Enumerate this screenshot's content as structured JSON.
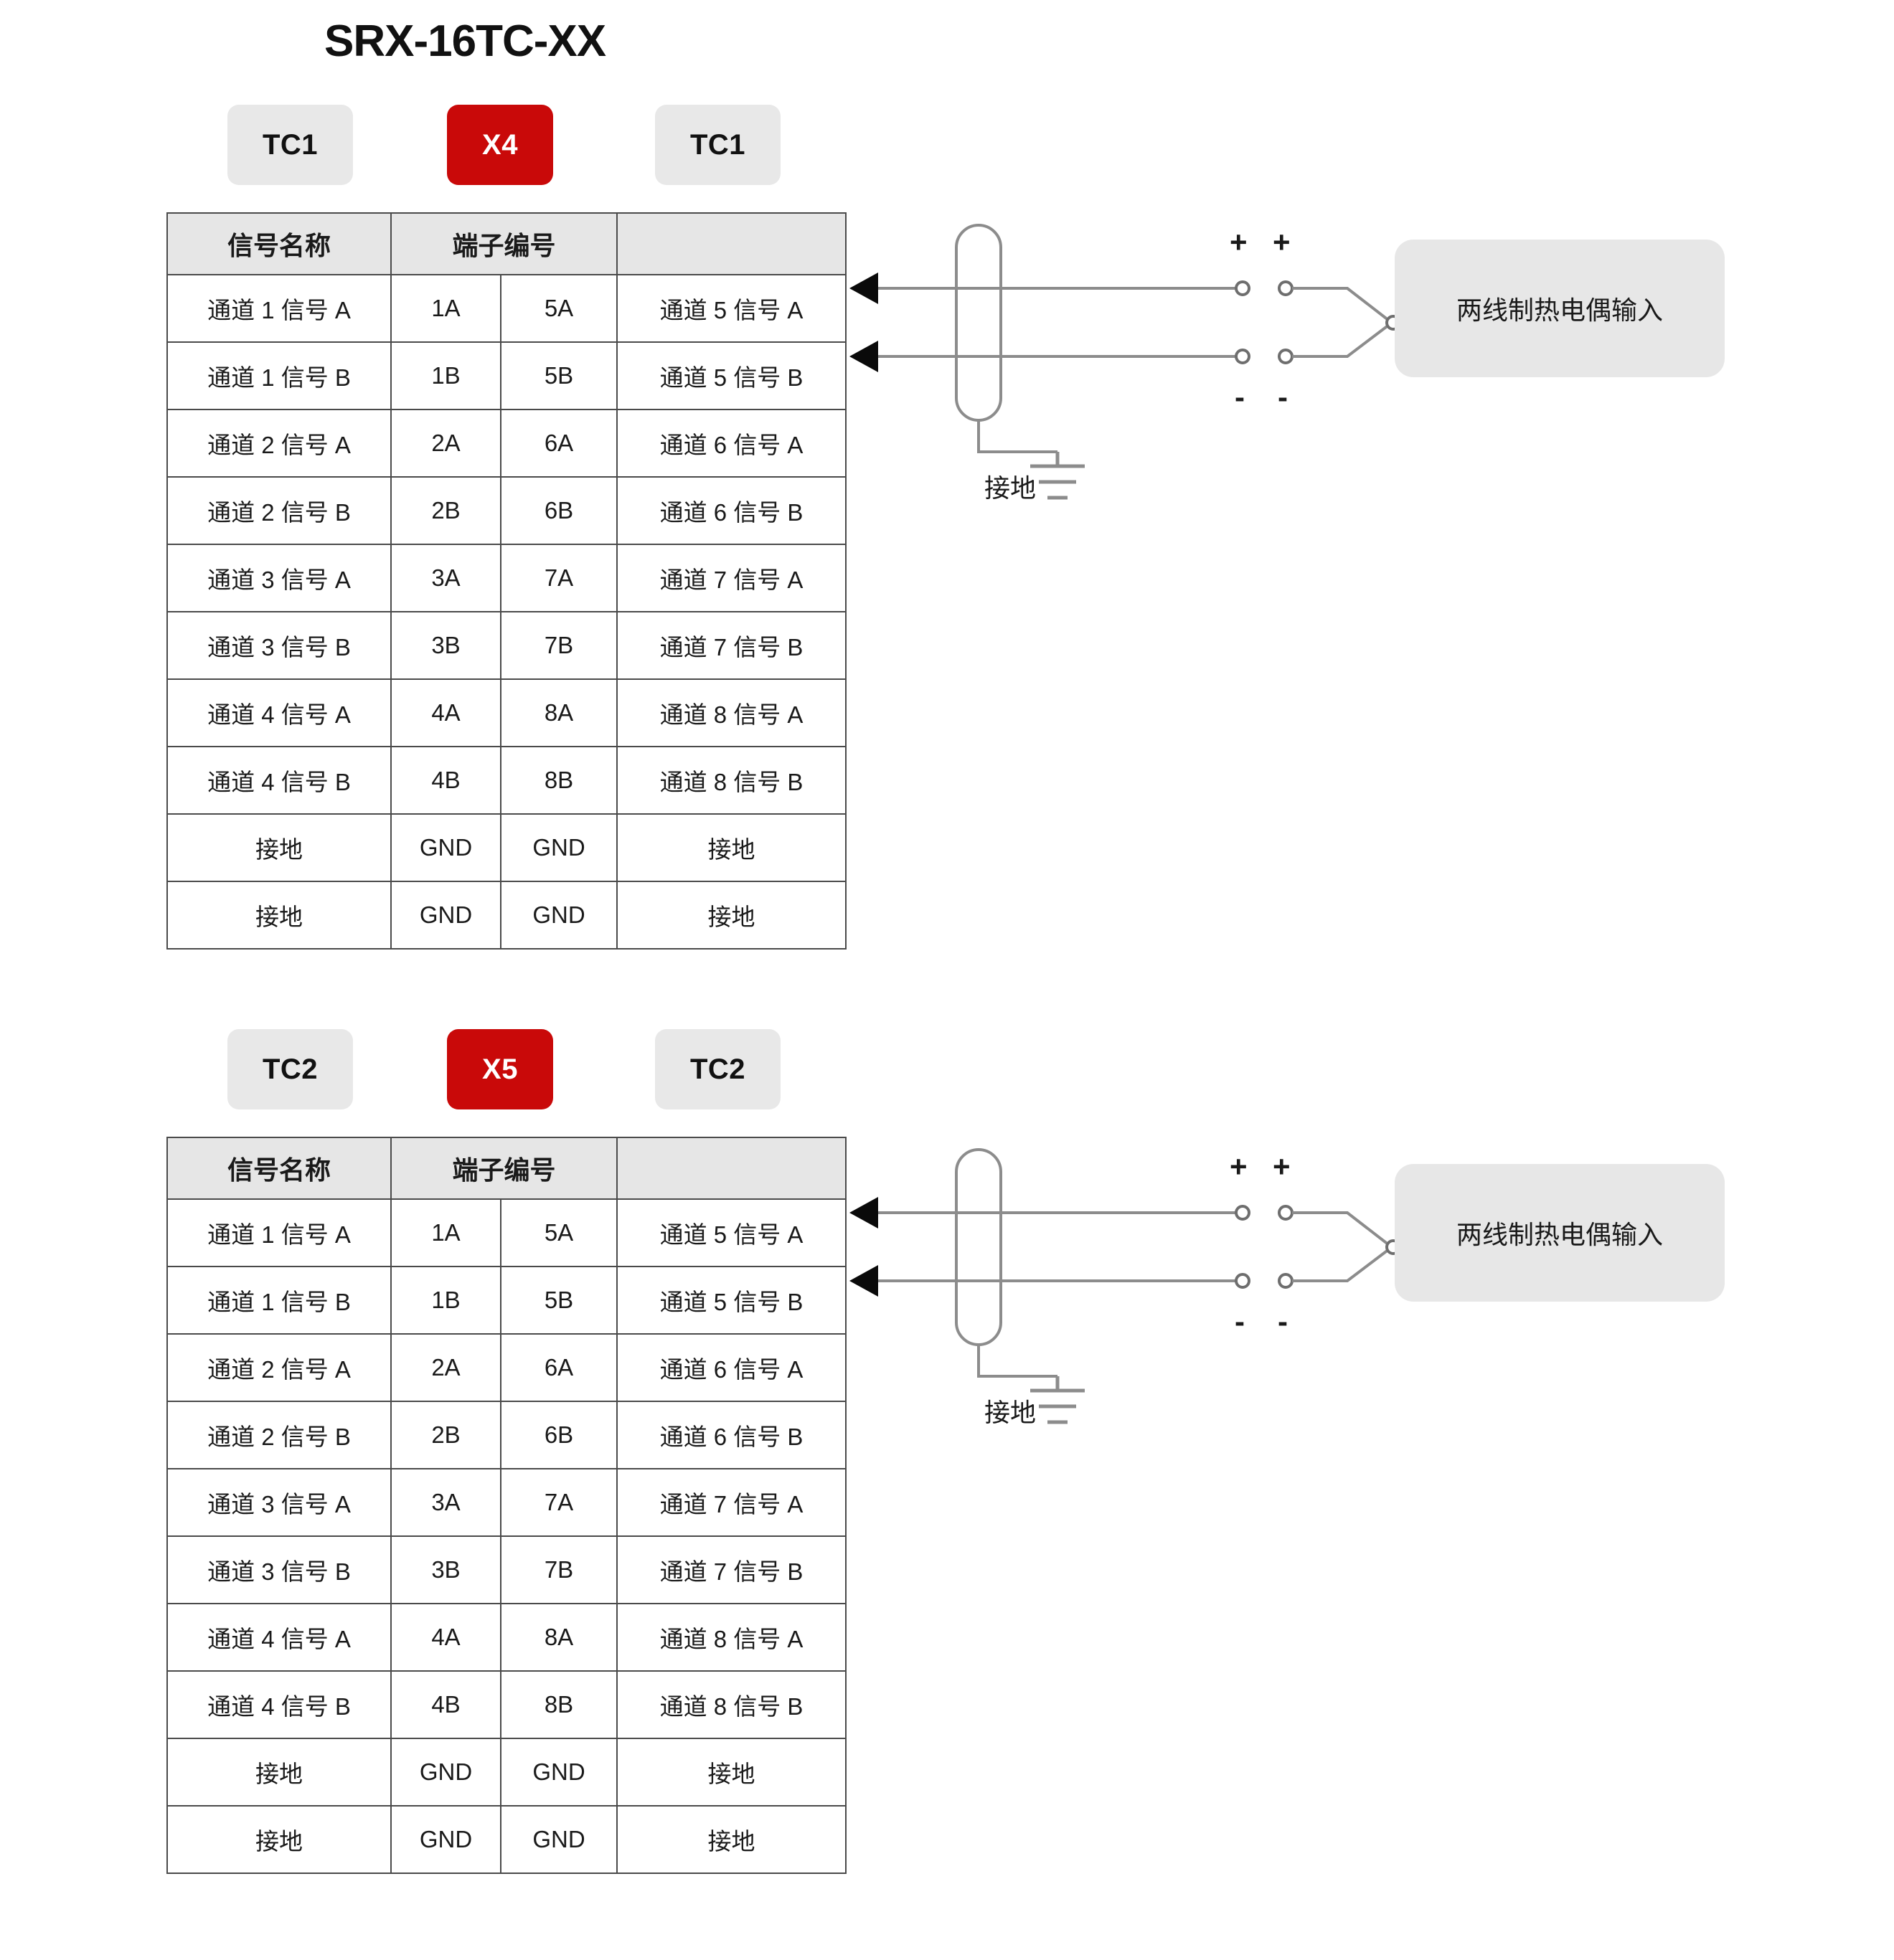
{
  "title": "SRX-16TC-XX",
  "table": {
    "headers": [
      "信号名称",
      "端子编号",
      "",
      ""
    ],
    "header_signal_name": "信号名称",
    "header_terminal_number": "端子编号",
    "rows": [
      [
        "通道 1 信号 A",
        "1A",
        "5A",
        "通道 5 信号 A"
      ],
      [
        "通道 1 信号 B",
        "1B",
        "5B",
        "通道 5 信号 B"
      ],
      [
        "通道 2 信号 A",
        "2A",
        "6A",
        "通道 6 信号 A"
      ],
      [
        "通道 2 信号 B",
        "2B",
        "6B",
        "通道 6 信号 B"
      ],
      [
        "通道 3 信号 A",
        "3A",
        "7A",
        "通道 7 信号 A"
      ],
      [
        "通道 3 信号 B",
        "3B",
        "7B",
        "通道 7 信号 B"
      ],
      [
        "通道 4 信号 A",
        "4A",
        "8A",
        "通道 8 信号 A"
      ],
      [
        "通道 4 信号 B",
        "4B",
        "8B",
        "通道 8 信号 B"
      ],
      [
        "接地",
        "GND",
        "GND",
        "接地"
      ],
      [
        "接地",
        "GND",
        "GND",
        "接地"
      ]
    ]
  },
  "sections": [
    {
      "badge_left": "TC1",
      "badge_center": "X4",
      "badge_right": "TC1",
      "diagram": {
        "ground_label": "接地",
        "input_label": "两线制热电偶输入",
        "plus_left": "+",
        "plus_right": "+",
        "minus_left": "-",
        "minus_right": "-"
      }
    },
    {
      "badge_left": "TC2",
      "badge_center": "X5",
      "badge_right": "TC2",
      "diagram": {
        "ground_label": "接地",
        "input_label": "两线制热电偶输入",
        "plus_left": "+",
        "plus_right": "+",
        "minus_left": "-",
        "minus_right": "-"
      }
    }
  ],
  "colors": {
    "accent_red": "#c90909",
    "badge_gray": "#e8e8e8",
    "header_gray": "#e6e6e6",
    "box_gray": "#e7e7e7",
    "border": "#4a4a4a",
    "wire": "#8c8c8c"
  }
}
